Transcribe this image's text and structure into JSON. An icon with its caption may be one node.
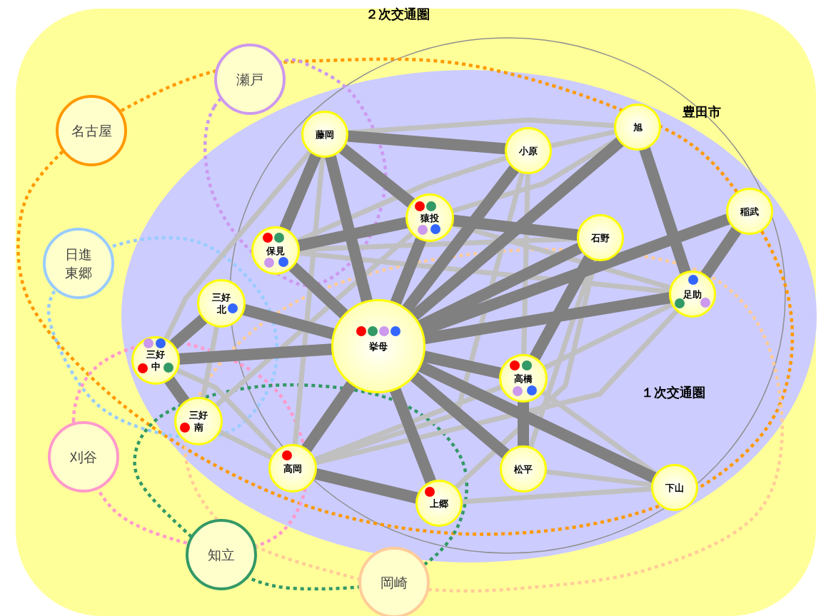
{
  "diagram": {
    "nodes": [
      {
        "text": [
          "２次交通圏"
        ]
      },
      {
        "text": [
          "１次交通圏"
        ],
        "in": 0
      },
      {
        "text": [
          "名古屋"
        ],
        "in": 0
      },
      {
        "text": [
          "瀬戸"
        ],
        "in": 0
      },
      {
        "text": [
          "日進東郷"
        ],
        "in": 0
      },
      {
        "text": [
          "刈谷"
        ],
        "in": 0
      },
      {
        "text": [
          "知立"
        ],
        "in": 0
      },
      {
        "text": [
          "岡崎"
        ],
        "in": 0
      },
      {
        "text": [
          "藤岡"
        ],
        "in": 1
      },
      {
        "text": [
          "小原"
        ],
        "in": 1
      },
      {
        "text": [
          "旭"
        ],
        "in": 1
      },
      {
        "text": [
          "猿投"
        ],
        "in": 1
      },
      {
        "text": [
          "保見"
        ],
        "in": 1
      },
      {
        "text": [
          "石野"
        ],
        "in": 1
      },
      {
        "text": [
          "稲武"
        ],
        "in": 1
      },
      {
        "text": [
          "足助"
        ],
        "in": 1
      },
      {
        "text": [
          "三好北"
        ],
        "in": 1
      },
      {
        "text": [
          "挙母"
        ],
        "in": 1
      },
      {
        "text": [
          "三好中"
        ],
        "in": 1
      },
      {
        "text": [
          "高橋"
        ],
        "in": 1
      },
      {
        "text": [
          "三好南"
        ],
        "in": 1
      },
      {
        "text": [
          "高岡"
        ],
        "in": 1
      },
      {
        "text": [
          "松平"
        ],
        "in": 1
      },
      {
        "text": [
          "上郷"
        ],
        "in": 1
      },
      {
        "text": [
          "下山"
        ],
        "in": 1
      }
    ],
    "edges": [
      {
        "from": 8,
        "to": 10,
        "arrow": "none",
        "color": "#c0c0c0"
      },
      {
        "from": 8,
        "to": 18,
        "arrow": "none",
        "color": "#c0c0c0"
      },
      {
        "from": 8,
        "to": 21,
        "arrow": "none",
        "color": "#c0c0c0"
      },
      {
        "from": 9,
        "to": 10,
        "arrow": "none",
        "color": "#c0c0c0"
      },
      {
        "from": 9,
        "to": 12,
        "arrow": "none",
        "color": "#c0c0c0"
      },
      {
        "from": 10,
        "to": 11,
        "arrow": "none",
        "color": "#c0c0c0"
      },
      {
        "from": 9,
        "to": 19,
        "arrow": "none",
        "color": "#c0c0c0"
      },
      {
        "from": 12,
        "to": 13,
        "arrow": "none",
        "color": "#c0c0c0"
      },
      {
        "from": 12,
        "to": 15,
        "arrow": "none",
        "color": "#c0c0c0"
      },
      {
        "from": 11,
        "to": 15,
        "arrow": "none",
        "color": "#c0c0c0"
      },
      {
        "from": 13,
        "to": 22,
        "arrow": "none",
        "color": "#c0c0c0"
      },
      {
        "from": 15,
        "to": 19,
        "arrow": "none",
        "color": "#c0c0c0"
      },
      {
        "from": 15,
        "to": 21,
        "arrow": "none",
        "color": "#c0c0c0"
      },
      {
        "from": 18,
        "to": 21,
        "arrow": "none",
        "color": "#c0c0c0"
      },
      {
        "from": 20,
        "to": 21,
        "arrow": "none",
        "color": "#c0c0c0"
      },
      {
        "from": 16,
        "to": 20,
        "arrow": "none",
        "color": "#c0c0c0"
      },
      {
        "from": 20,
        "to": 11,
        "arrow": "none",
        "color": "#c0c0c0"
      },
      {
        "from": 21,
        "to": 19,
        "arrow": "none",
        "color": "#c0c0c0"
      },
      {
        "from": 19,
        "to": 24,
        "arrow": "none",
        "color": "#c0c0c0"
      },
      {
        "from": 22,
        "to": 24,
        "arrow": "none",
        "color": "#c0c0c0"
      },
      {
        "from": 23,
        "to": 24,
        "arrow": "none",
        "color": "#c0c0c0"
      },
      {
        "from": 23,
        "to": 13,
        "arrow": "none",
        "color": "#c0c0c0"
      },
      {
        "from": 21,
        "to": 9,
        "arrow": "none",
        "color": "#c0c0c0"
      },
      {
        "from": 8,
        "to": 9,
        "arrow": "none"
      },
      {
        "from": 8,
        "to": 12,
        "arrow": "none"
      },
      {
        "from": 8,
        "to": 17,
        "arrow": "none"
      },
      {
        "from": 8,
        "to": 11,
        "arrow": "none"
      },
      {
        "from": 10,
        "to": 17,
        "arrow": "none"
      },
      {
        "from": 10,
        "to": 15,
        "arrow": "none"
      },
      {
        "from": 9,
        "to": 17,
        "arrow": "none"
      },
      {
        "from": 11,
        "to": 17,
        "arrow": "none"
      },
      {
        "from": 11,
        "to": 12,
        "arrow": "none"
      },
      {
        "from": 11,
        "to": 13,
        "arrow": "none"
      },
      {
        "from": 12,
        "to": 17,
        "arrow": "none"
      },
      {
        "from": 16,
        "to": 17,
        "arrow": "none"
      },
      {
        "from": 16,
        "to": 18,
        "arrow": "none"
      },
      {
        "from": 18,
        "to": 17,
        "arrow": "none"
      },
      {
        "from": 18,
        "to": 20,
        "arrow": "none"
      },
      {
        "from": 14,
        "to": 17,
        "arrow": "none"
      },
      {
        "from": 14,
        "to": 15,
        "arrow": "none"
      },
      {
        "from": 15,
        "to": 17,
        "arrow": "none"
      },
      {
        "from": 13,
        "to": 17,
        "arrow": "none"
      },
      {
        "from": 13,
        "to": 19,
        "arrow": "none"
      },
      {
        "from": 17,
        "to": 19,
        "arrow": "none"
      },
      {
        "from": 17,
        "to": 24,
        "arrow": "none"
      },
      {
        "from": 17,
        "to": 22,
        "arrow": "none"
      },
      {
        "from": 17,
        "to": 23,
        "arrow": "none"
      },
      {
        "from": 17,
        "to": 21,
        "arrow": "none"
      },
      {
        "from": 19,
        "to": 22,
        "arrow": "none"
      },
      {
        "from": 21,
        "to": 23,
        "arrow": "none"
      }
    ],
    "labels": [
      "豊田市"
    ]
  }
}
